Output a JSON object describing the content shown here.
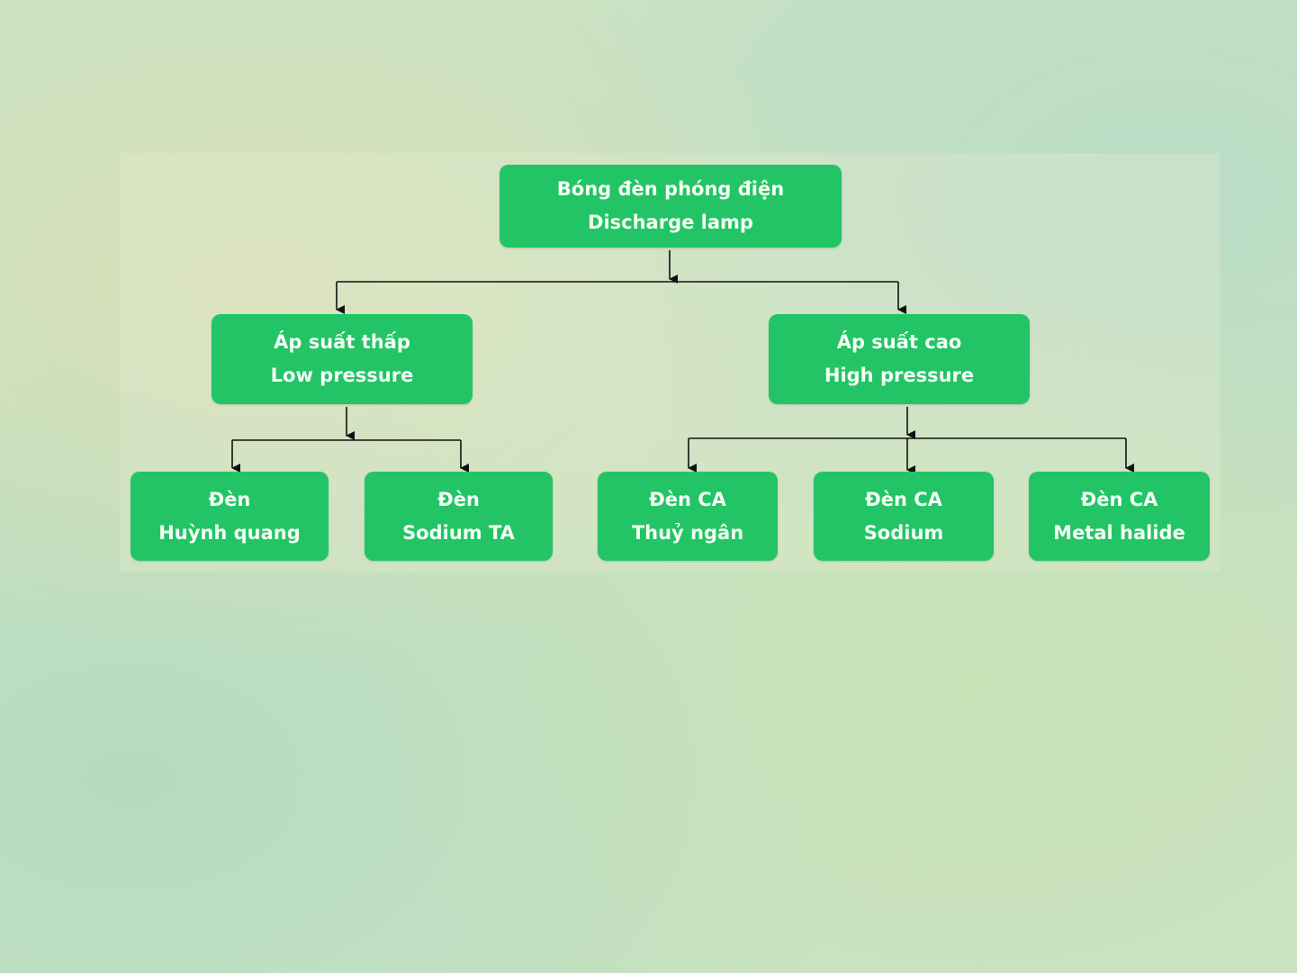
{
  "diagram": {
    "root": {
      "line1": "Bóng đèn phóng điện",
      "line2": "Discharge lamp"
    },
    "low": {
      "line1": "Áp suất thấp",
      "line2": "Low pressure"
    },
    "high": {
      "line1": "Áp suất cao",
      "line2": "High pressure"
    },
    "leaves": [
      {
        "line1": "Đèn",
        "line2": "Huỳnh quang"
      },
      {
        "line1": "Đèn",
        "line2": "Sodium TA"
      },
      {
        "line1": "Đèn CA",
        "line2": "Thuỷ ngân"
      },
      {
        "line1": "Đèn CA",
        "line2": "Sodium"
      },
      {
        "line1": "Đèn CA",
        "line2": "Metal halide"
      }
    ],
    "colors": {
      "node": "#22c466",
      "text": "#f4fff4",
      "connector": "#111111"
    }
  }
}
